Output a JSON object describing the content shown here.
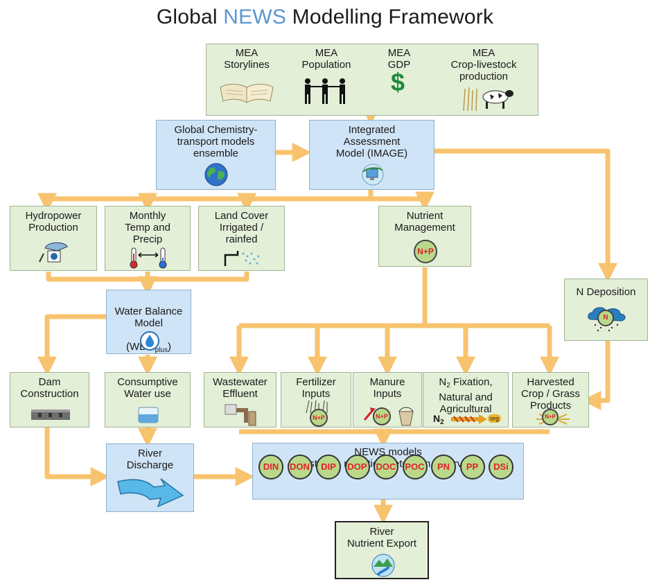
{
  "title": {
    "pre": "Global ",
    "highlight": "NEWS",
    "post": " Modelling Framework"
  },
  "colors": {
    "arrow": "#f8c36e",
    "box_green": "#e3efd7",
    "box_blue": "#cfe4f6",
    "highlight": "#5b97cf",
    "chip_text": "#e0212b"
  },
  "mea": [
    {
      "label": "MEA\nStorylines",
      "icon": "open-book-icon"
    },
    {
      "label": "MEA\nPopulation",
      "icon": "people-icon"
    },
    {
      "label": "MEA\nGDP",
      "icon": "dollar-icon"
    },
    {
      "label": "MEA\nCrop-livestock\nproduction",
      "icon": "cow-crop-icon"
    }
  ],
  "chemistry": {
    "label": "Global Chemistry-\ntransport models\nensemble",
    "icon": "globe-icon"
  },
  "image_model": {
    "label": "Integrated\nAssessment\nModel (IMAGE)",
    "icon": "computer-globe-icon"
  },
  "hydropower": {
    "label": "Hydropower\nProduction",
    "icon": "hydropower-icon"
  },
  "temp": {
    "label": "Monthly\nTemp and\nPrecip",
    "icon": "thermometers-icon"
  },
  "landcover": {
    "label": "Land Cover\nIrrigated /\nrainfed",
    "icon": "irrigation-icon"
  },
  "nutrient_mgmt": {
    "label": "Nutrient\nManagement",
    "chip": "N+P"
  },
  "n_deposition": {
    "label": "N Deposition",
    "chip": "N",
    "icon": "rain-cloud-icon"
  },
  "wbm": {
    "line1": "Water Balance\nModel",
    "line2_pre": "(WBM",
    "line2_sub": "plus",
    "line2_post": ")",
    "icon": "water-drop-icon"
  },
  "dam": {
    "label": "Dam\nConstruction",
    "icon": "dam-icon"
  },
  "consumptive": {
    "label": "Consumptive\nWater use",
    "icon": "water-tank-icon"
  },
  "wastewater": {
    "label": "Wastewater\nEffluent",
    "icon": "pipe-icon"
  },
  "fertilizer": {
    "label": "Fertilizer\nInputs",
    "chip": "N+P"
  },
  "manure": {
    "label": "Manure\nInputs",
    "chip": "N+P"
  },
  "fixation": {
    "n": "N",
    "sub": "2",
    "rest": " Fixation,\nNatural and\nAgricultural",
    "n2": "N",
    "n2sub": "2",
    "org": "org"
  },
  "harvested": {
    "label": "Harvested\nCrop / Grass\nProducts",
    "chip": "N+P"
  },
  "river_discharge": {
    "label": "River\nDischarge",
    "icon": "river-arrow-icon"
  },
  "news_models": {
    "label": "NEWS models\nIn-stream retention, retention reservoirs",
    "chips": [
      "DIN",
      "DON",
      "DIP",
      "DOP",
      "DOC",
      "POC",
      "PN",
      "PP",
      "DSi"
    ]
  },
  "export": {
    "label": "River\nNutrient Export",
    "icon": "river-landscape-icon"
  }
}
